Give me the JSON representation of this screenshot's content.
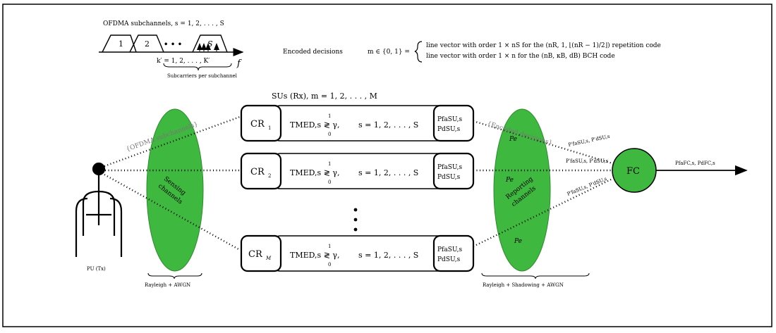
{
  "subchannels": {
    "title": "OFDMA subchannels, s = 1, 2, . . . , S",
    "labels": [
      "1",
      "2",
      "S"
    ],
    "dots": "• • •",
    "subcarrier_index": "k′ = 1, 2, . . . , K′",
    "freq_axis": "f",
    "brace_label": "Subcarriers per subchannel"
  },
  "encoded": {
    "lhs": "Encoded decisions",
    "lhs_tail": "m ∈ {0, 1} =",
    "line1": "line vector with order 1 × nS for the (nR, 1, ⌊(nR − 1)/2⌋) repetition code",
    "line2": "line vector with order 1 × n for the (nB, κB, dB) BCH code"
  },
  "sus_header": "SUs (Rx), m = 1, 2, . . . , M",
  "pu_label": "PU (Tx)",
  "sensing_channels": [
    "Sensing",
    "channels"
  ],
  "reporting_channels": [
    "Reporting",
    "channels"
  ],
  "ofdma_curly": "{OFDMA subchannels}",
  "encoded_curly": "{Encoded decisions}",
  "rows": [
    {
      "cr": "CR",
      "sub": "1",
      "test": "TMED,s ≷ γ,",
      "upper": "1",
      "lower": "0",
      "range": "s = 1, 2, . . . , S",
      "pfa": "PfaSU,s",
      "pd": "PdSU,s",
      "pe": "Pe"
    },
    {
      "cr": "CR",
      "sub": "2",
      "test": "TMED,s ≷ γ,",
      "upper": "1",
      "lower": "0",
      "range": "s = 1, 2, . . . , S",
      "pfa": "PfaSU,s",
      "pd": "PdSU,s",
      "pe": "Pe"
    },
    {
      "cr": "CR",
      "sub": "M",
      "test": "TMED,s ≷ γ,",
      "upper": "1",
      "lower": "0",
      "range": "s = 1, 2, . . . , S",
      "pfa": "PfaSU,s",
      "pd": "PdSU,s",
      "pe": "Pe"
    }
  ],
  "fc_inputs": [
    "P′faSU,s, P′dSU,s",
    "P′faSU,s, P′dSU,s",
    "P′faSU,s, P′dSU,s"
  ],
  "fc_label": "FC",
  "fc_output": "PfaFC,s, PdFC,s",
  "bottom_left": "Rayleigh + AWGN",
  "bottom_right": "Rayleigh + Shadowing + AWGN",
  "colors": {
    "ellipse": "#3fb83f",
    "ellipse_edge": "#2e8b2e",
    "fc": "#3fb83f",
    "line": "#000000",
    "curly": "#777777"
  }
}
